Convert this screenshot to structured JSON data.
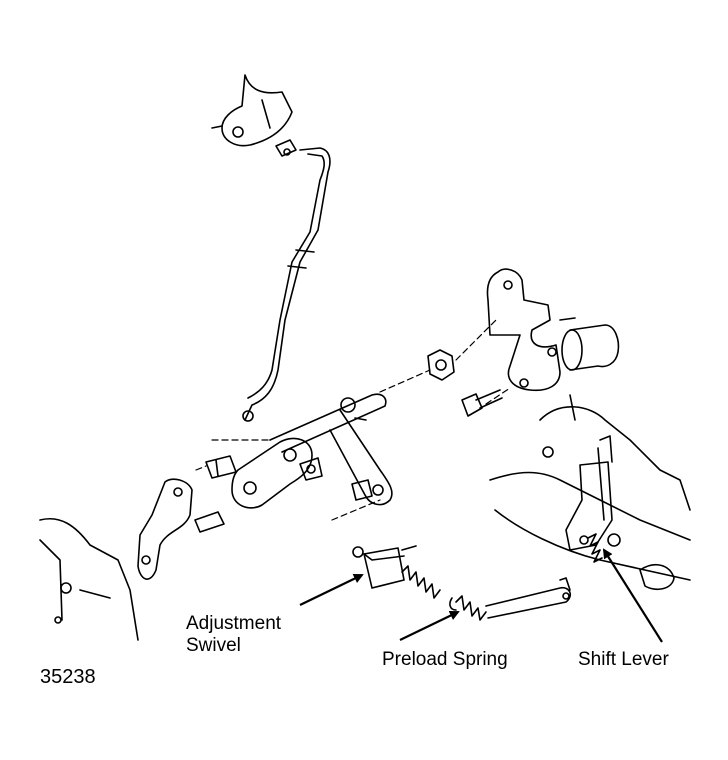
{
  "labels": {
    "adjustment_swivel_line1": "Adjustment",
    "adjustment_swivel_line2": "Swivel",
    "preload_spring": "Preload Spring",
    "shift_lever": "Shift Lever",
    "figure_number": "35238"
  },
  "colors": {
    "ink": "#000000",
    "background": "#ffffff"
  }
}
